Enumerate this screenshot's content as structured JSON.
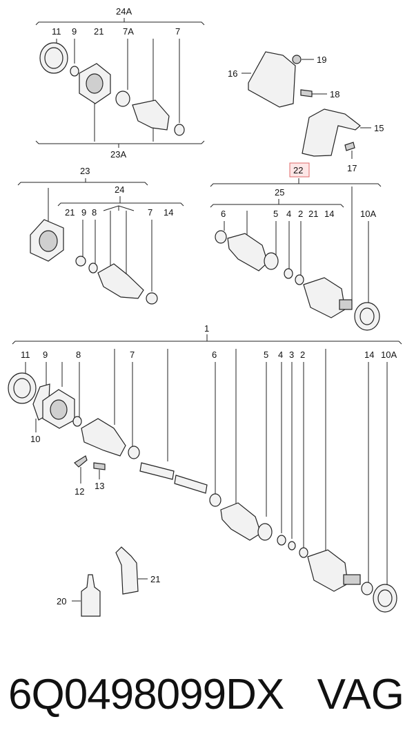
{
  "labels": {
    "g24A": "24A",
    "g23A": "23A",
    "g23": "23",
    "g24": "24",
    "g22": "22",
    "g25": "25",
    "g1": "1",
    "p11": "11",
    "p9": "9",
    "p21": "21",
    "p7A": "7A",
    "p7": "7",
    "p16": "16",
    "p19": "19",
    "p18": "18",
    "p15": "15",
    "p17": "17",
    "p8": "8",
    "p14": "14",
    "p6": "6",
    "p5": "5",
    "p4": "4",
    "p2": "2",
    "p10A": "10A",
    "p3": "3",
    "p10": "10",
    "p12": "12",
    "p13": "13",
    "p20": "20"
  },
  "highlight_color": "#e06a6a",
  "footer": {
    "part_number": "6Q0498099DX",
    "brand": "VAG"
  }
}
